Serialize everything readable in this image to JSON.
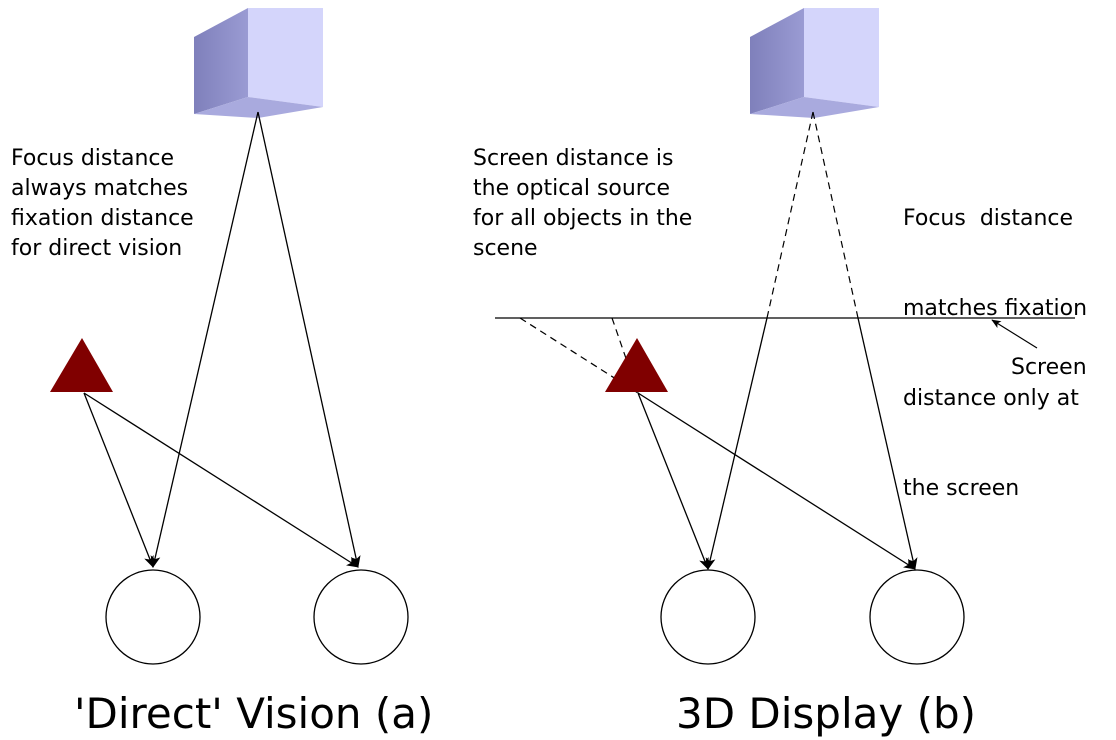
{
  "panel_a": {
    "note_lines": [
      "Focus distance",
      "always matches",
      "fixation distance",
      "for direct vision"
    ],
    "caption": "'Direct' Vision (a)"
  },
  "panel_b": {
    "left_note_lines": [
      "Screen distance is",
      "the optical source",
      "for all objects in the",
      "scene"
    ],
    "right_note_lines": [
      "Focus  distance",
      "matches fixation",
      "distance only at",
      "the screen"
    ],
    "screen_label": "Screen",
    "caption": "3D Display (b)"
  },
  "colors": {
    "cube_front": "#d4d5fb",
    "cube_side": "#8b8cc4",
    "cube_bottom": "#a9aade",
    "triangle": "#800000",
    "line": "#000000",
    "background": "#ffffff"
  }
}
